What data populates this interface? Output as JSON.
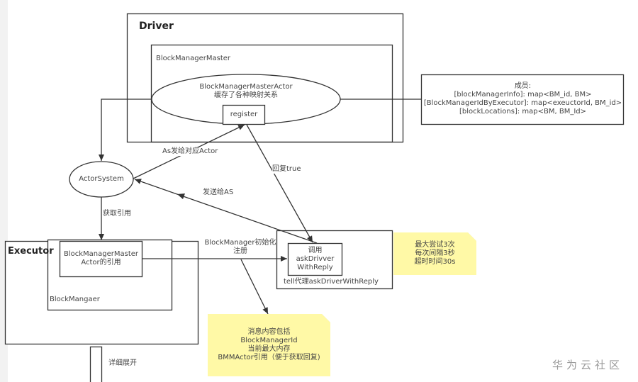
{
  "driver": {
    "title": "Driver",
    "block_manager_master": {
      "label": "BlockManagerMaster",
      "actor": {
        "line1": "BlockManagerMasterActor",
        "line2": "缓存了各种映射关系",
        "register_label": "register"
      }
    }
  },
  "members_box": {
    "title": "成员:",
    "lines": [
      "[blockManagerInfo]:  map<BM_id, BM>",
      "[BlockManagerIdByExecutor]:   map<exeuctorId, BM_id>",
      "[blockLocations]: map<BM, BM_Id>"
    ]
  },
  "actor_system": {
    "label": "ActorSystem"
  },
  "edges": {
    "as_to_actor": "As发给对应Actor",
    "reply_true": "回复true",
    "send_to_as": "发送给AS",
    "get_reference": "获取引用",
    "bm_init_line1": "BlockManager初始化",
    "bm_init_line2": "注册"
  },
  "executor": {
    "title": "Executor",
    "block_manager": {
      "label": "BlockMangaer",
      "ref_box": {
        "line1": "BlockManagerMaster",
        "line2": "Actor的引用"
      }
    }
  },
  "tell_box": {
    "label": "tell代理askDriverWithReply",
    "inner": {
      "line1": "调用",
      "line2": "askDrivver",
      "line3": "WithReply"
    }
  },
  "note_retry": {
    "lines": [
      "最大尝试3次",
      "每次间隔3秒",
      "超时时间30s"
    ]
  },
  "note_message": {
    "lines": [
      "消息内容包括",
      "BlockManagerId",
      "当前最大内存",
      "BMMActor引用（便于获取回复)"
    ]
  },
  "detail_expand": {
    "label": "详细展开"
  },
  "watermark": "华为云社区",
  "colors": {
    "line": "#333333",
    "note_fill": "#fff9a6",
    "note_fold": "#d6d28e",
    "strip": "#f2f2f2"
  }
}
